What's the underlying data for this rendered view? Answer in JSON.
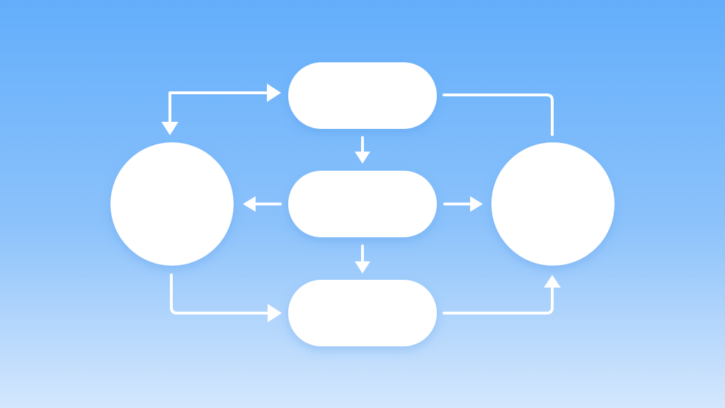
{
  "diagram": {
    "background": {
      "top_color": "#63aefb",
      "bottom_color": "#d4e7fd"
    },
    "node_color": "#ffffff",
    "connector_color": "#ffffff",
    "nodes": [
      {
        "id": "top-pill",
        "shape": "pill",
        "label": ""
      },
      {
        "id": "middle-pill",
        "shape": "pill",
        "label": ""
      },
      {
        "id": "bottom-pill",
        "shape": "pill",
        "label": ""
      },
      {
        "id": "left-circle",
        "shape": "circle",
        "label": ""
      },
      {
        "id": "right-circle",
        "shape": "circle",
        "label": ""
      }
    ],
    "connectors": [
      {
        "from": "left-circle",
        "to": "top-pill"
      },
      {
        "from": "top-pill",
        "to": "left-circle"
      },
      {
        "from": "top-pill",
        "to": "right-circle"
      },
      {
        "from": "top-pill",
        "to": "middle-pill"
      },
      {
        "from": "middle-pill",
        "to": "left-circle"
      },
      {
        "from": "middle-pill",
        "to": "right-circle"
      },
      {
        "from": "middle-pill",
        "to": "bottom-pill"
      },
      {
        "from": "left-circle",
        "to": "bottom-pill"
      },
      {
        "from": "bottom-pill",
        "to": "right-circle"
      }
    ]
  }
}
